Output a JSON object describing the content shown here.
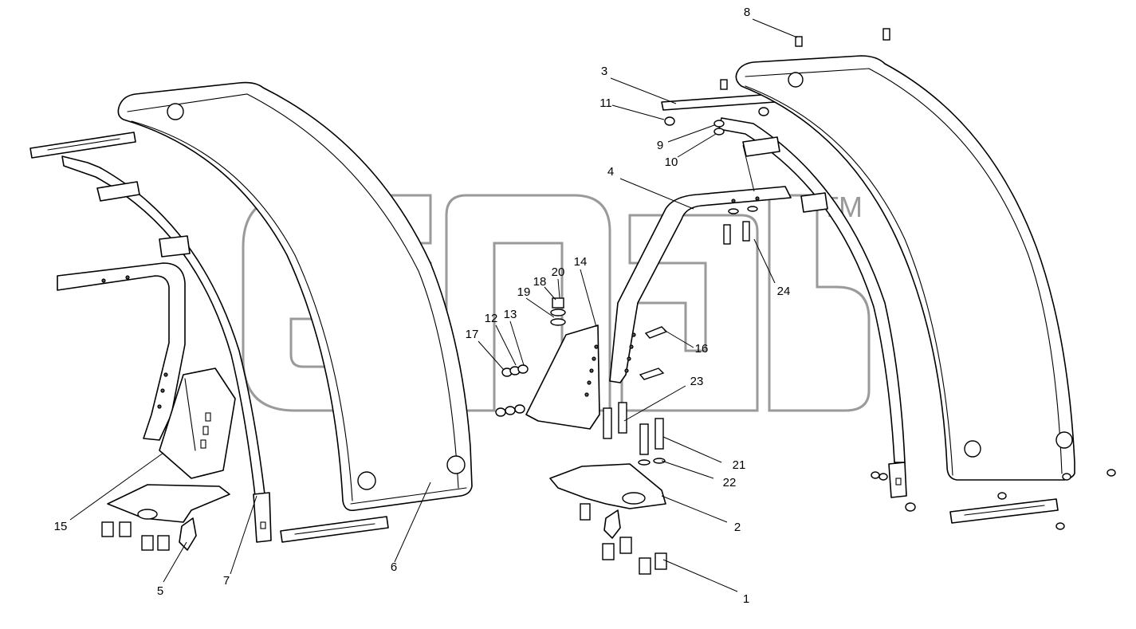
{
  "watermark": {
    "trademark": "TM"
  },
  "callouts": [
    "1",
    "2",
    "3",
    "4",
    "5",
    "6",
    "7",
    "8",
    "9",
    "10",
    "11",
    "12",
    "13",
    "14",
    "15",
    "16",
    "17",
    "18",
    "19",
    "20",
    "21",
    "22",
    "23",
    "24"
  ],
  "colors": {
    "line": "#000000",
    "watermark": "#9a9a9a",
    "background": "#ffffff"
  }
}
